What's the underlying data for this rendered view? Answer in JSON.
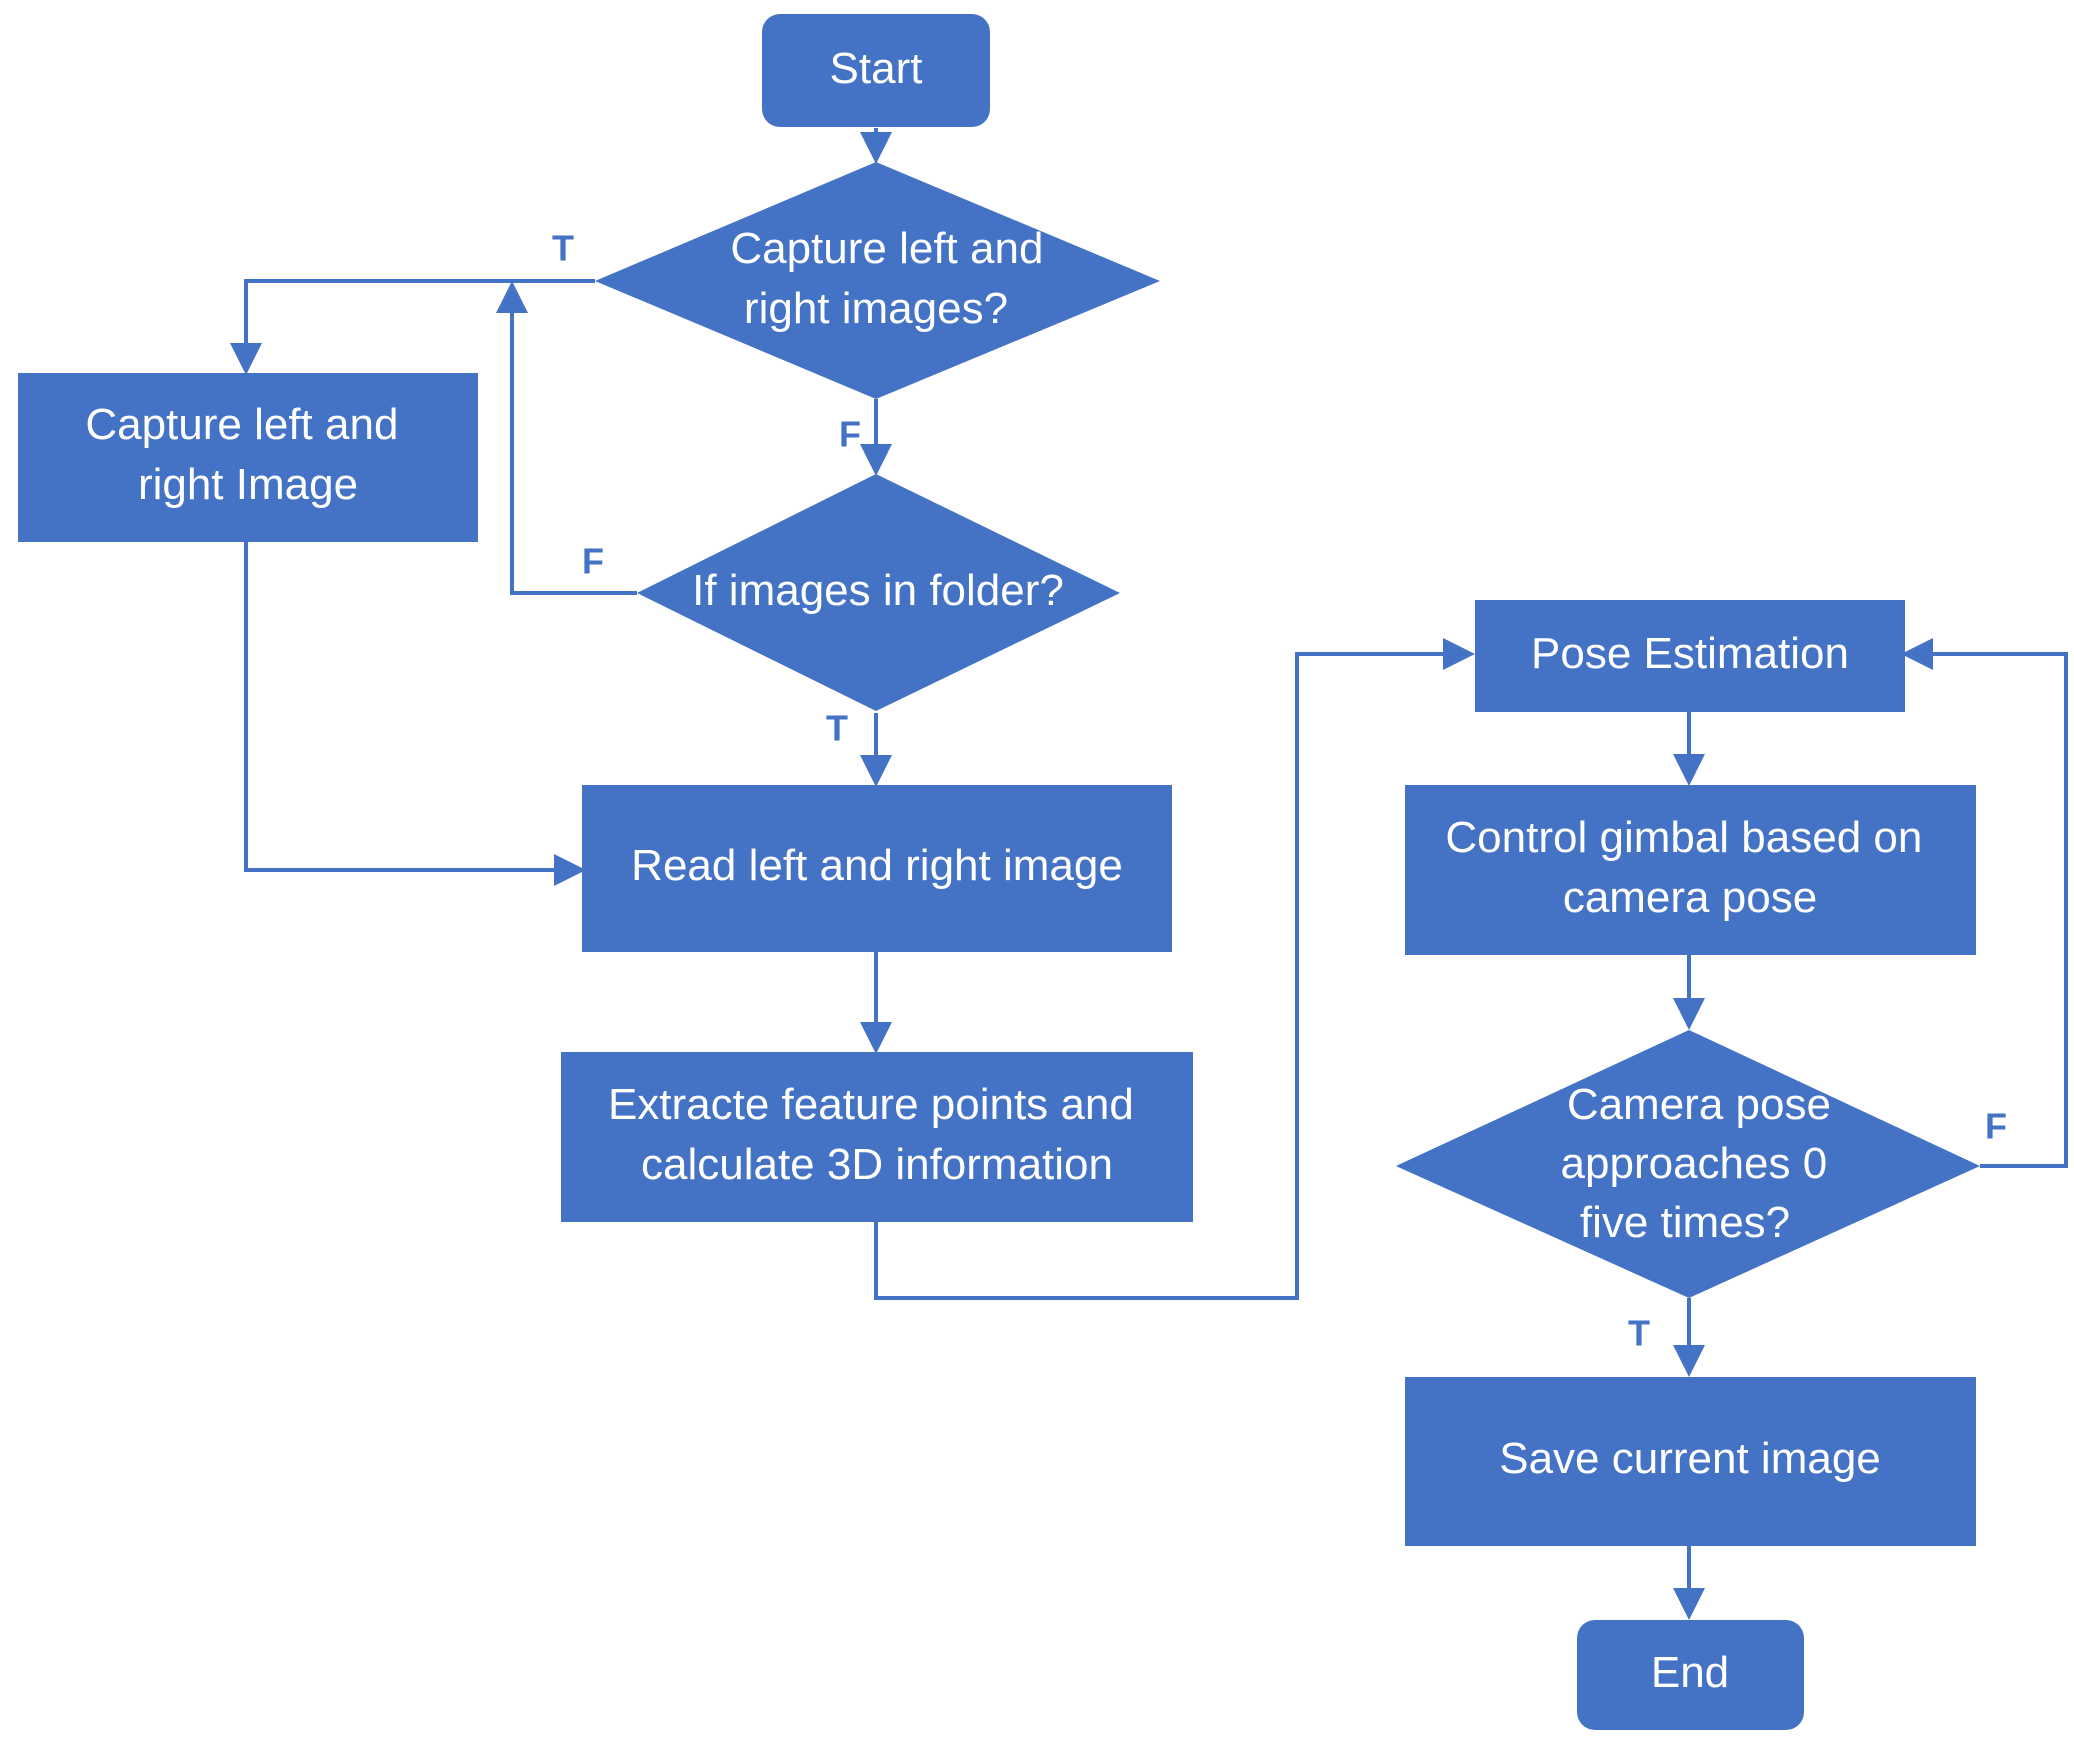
{
  "colors": {
    "node": "#4472c4",
    "edge": "#4472c4",
    "node_text": "#ffffff",
    "background": "#ffffff"
  },
  "nodes": {
    "start": {
      "lines": [
        "Start"
      ]
    },
    "decision_capture": {
      "lines": [
        "Capture left and",
        "right images?"
      ]
    },
    "capture_image": {
      "lines": [
        "Capture left and",
        "right Image"
      ]
    },
    "decision_folder": {
      "lines": [
        "If images in folder?"
      ]
    },
    "read_image": {
      "lines": [
        "Read left and right image"
      ]
    },
    "extract_features": {
      "lines": [
        "Extracte feature points and",
        "calculate 3D information"
      ]
    },
    "pose_estimation": {
      "lines": [
        "Pose Estimation"
      ]
    },
    "control_gimbal": {
      "lines": [
        "Control gimbal based on",
        "camera pose"
      ]
    },
    "decision_pose": {
      "lines": [
        "Camera pose",
        "approaches 0",
        "five times?"
      ]
    },
    "save_image": {
      "lines": [
        "Save current image"
      ]
    },
    "end": {
      "lines": [
        "End"
      ]
    }
  },
  "edge_labels": {
    "capture_true": "T",
    "capture_false": "F",
    "folder_false": "F",
    "folder_true": "T",
    "pose_false": "F",
    "pose_true": "T"
  }
}
